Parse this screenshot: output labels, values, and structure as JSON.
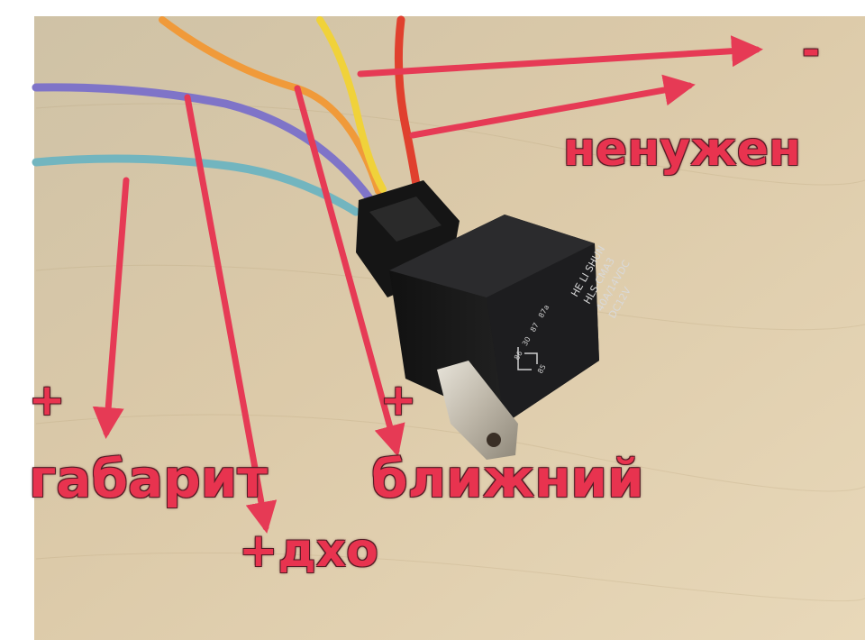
{
  "photo": {
    "relay": {
      "brand": "HE LI SHUN",
      "model": "HLS-CMA3",
      "rating": "40A/14VDC",
      "voltage": "DC12V",
      "pins": [
        "86",
        "30",
        "87",
        "87a",
        "85"
      ]
    }
  },
  "annotations": {
    "minus": "-",
    "not_needed": "ненужен",
    "plus_left": "+",
    "parking": "габарит",
    "drl": "+дхо",
    "plus_mid": "+",
    "low_beam": "ближний"
  },
  "colors": {
    "label": "#e8334f",
    "arrow": "#e63a55",
    "wire_yellow": "#f0d23a",
    "wire_red": "#e0402e",
    "wire_orange": "#f09a3a",
    "wire_purple": "#7f74c8",
    "wire_teal": "#72b5bf",
    "relay_body": "#1c1c1e",
    "table": "#d8c7a6"
  }
}
